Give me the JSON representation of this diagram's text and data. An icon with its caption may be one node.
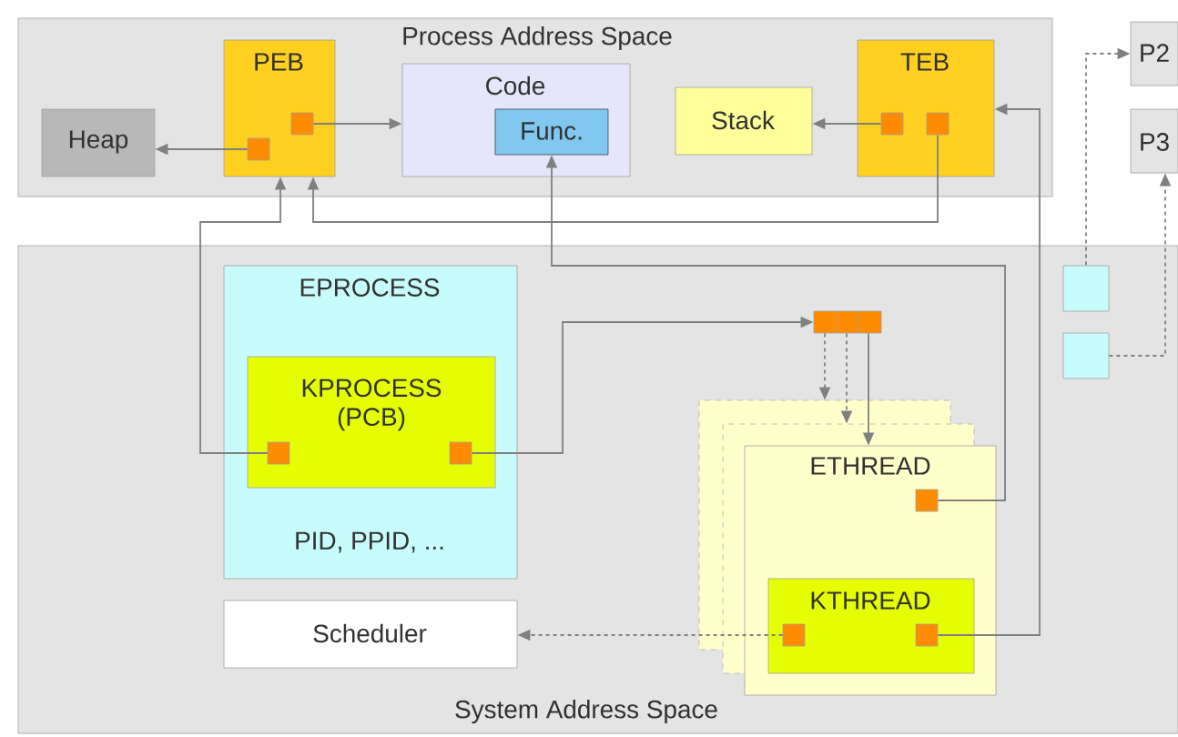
{
  "diagram": {
    "nodes": [
      {
        "text": [
          "Process Address Space"
        ]
      },
      {
        "text": [
          "PEB"
        ],
        "in": 0
      },
      {
        "text": [],
        "shape": "box",
        "in": 1
      },
      {
        "text": [],
        "shape": "box",
        "in": 1
      },
      {
        "text": [
          "Heap"
        ],
        "in": 0
      },
      {
        "text": [
          "Code"
        ],
        "in": 0
      },
      {
        "text": [
          "Func."
        ],
        "in": 5
      },
      {
        "text": [
          "Stack"
        ],
        "in": 0
      },
      {
        "text": [
          "TEB"
        ],
        "in": 0
      },
      {
        "text": [],
        "shape": "box",
        "in": 8
      },
      {
        "text": [],
        "shape": "box",
        "in": 8
      },
      {
        "text": [
          "P2"
        ]
      },
      {
        "text": [
          "P3"
        ]
      },
      {
        "text": [
          "System Address Space"
        ]
      },
      {
        "text": [
          "EPROCESS",
          "PID, PPID, ..."
        ],
        "in": 13
      },
      {
        "text": [
          "KPROCESS (PCB)"
        ],
        "in": 14
      },
      {
        "text": [],
        "shape": "box",
        "in": 15
      },
      {
        "text": [],
        "shape": "box",
        "in": 15
      },
      {
        "text": [
          "Scheduler"
        ],
        "in": 13
      },
      {
        "text": [],
        "shape": "box",
        "in": 13
      },
      {
        "text": [
          "ETHREAD"
        ],
        "in": 13
      },
      {
        "text": [],
        "shape": "box",
        "in": 20
      },
      {
        "text": [
          "KTHREAD"
        ],
        "in": 20
      },
      {
        "text": [],
        "shape": "box",
        "in": 22
      },
      {
        "text": [],
        "shape": "box",
        "in": 22
      },
      {
        "text": [],
        "shape": "box",
        "in": 13
      },
      {
        "text": [],
        "shape": "box",
        "in": 13
      }
    ],
    "edges": [
      {
        "from": 2,
        "to": 4,
        "arrow": "to"
      },
      {
        "from": 3,
        "to": 5,
        "arrow": "to"
      },
      {
        "from": 9,
        "to": 7,
        "arrow": "to"
      },
      {
        "from": 10,
        "to": 1,
        "arrow": "to"
      },
      {
        "from": 16,
        "to": 1,
        "arrow": "to"
      },
      {
        "from": 17,
        "to": 19,
        "arrow": "to"
      },
      {
        "from": 19,
        "to": 20,
        "arrow": "to",
        "style": "dashed"
      },
      {
        "from": 19,
        "to": 20,
        "arrow": "to",
        "style": "dashed"
      },
      {
        "from": 19,
        "to": 20,
        "arrow": "to"
      },
      {
        "from": 21,
        "to": 6,
        "arrow": "to"
      },
      {
        "from": 24,
        "to": 8,
        "arrow": "to"
      },
      {
        "from": 23,
        "to": 18,
        "arrow": "to",
        "style": "dashed"
      },
      {
        "from": 25,
        "to": 11,
        "arrow": "to",
        "style": "dashed"
      },
      {
        "from": 26,
        "to": 12,
        "arrow": "to",
        "style": "dashed"
      }
    ]
  }
}
